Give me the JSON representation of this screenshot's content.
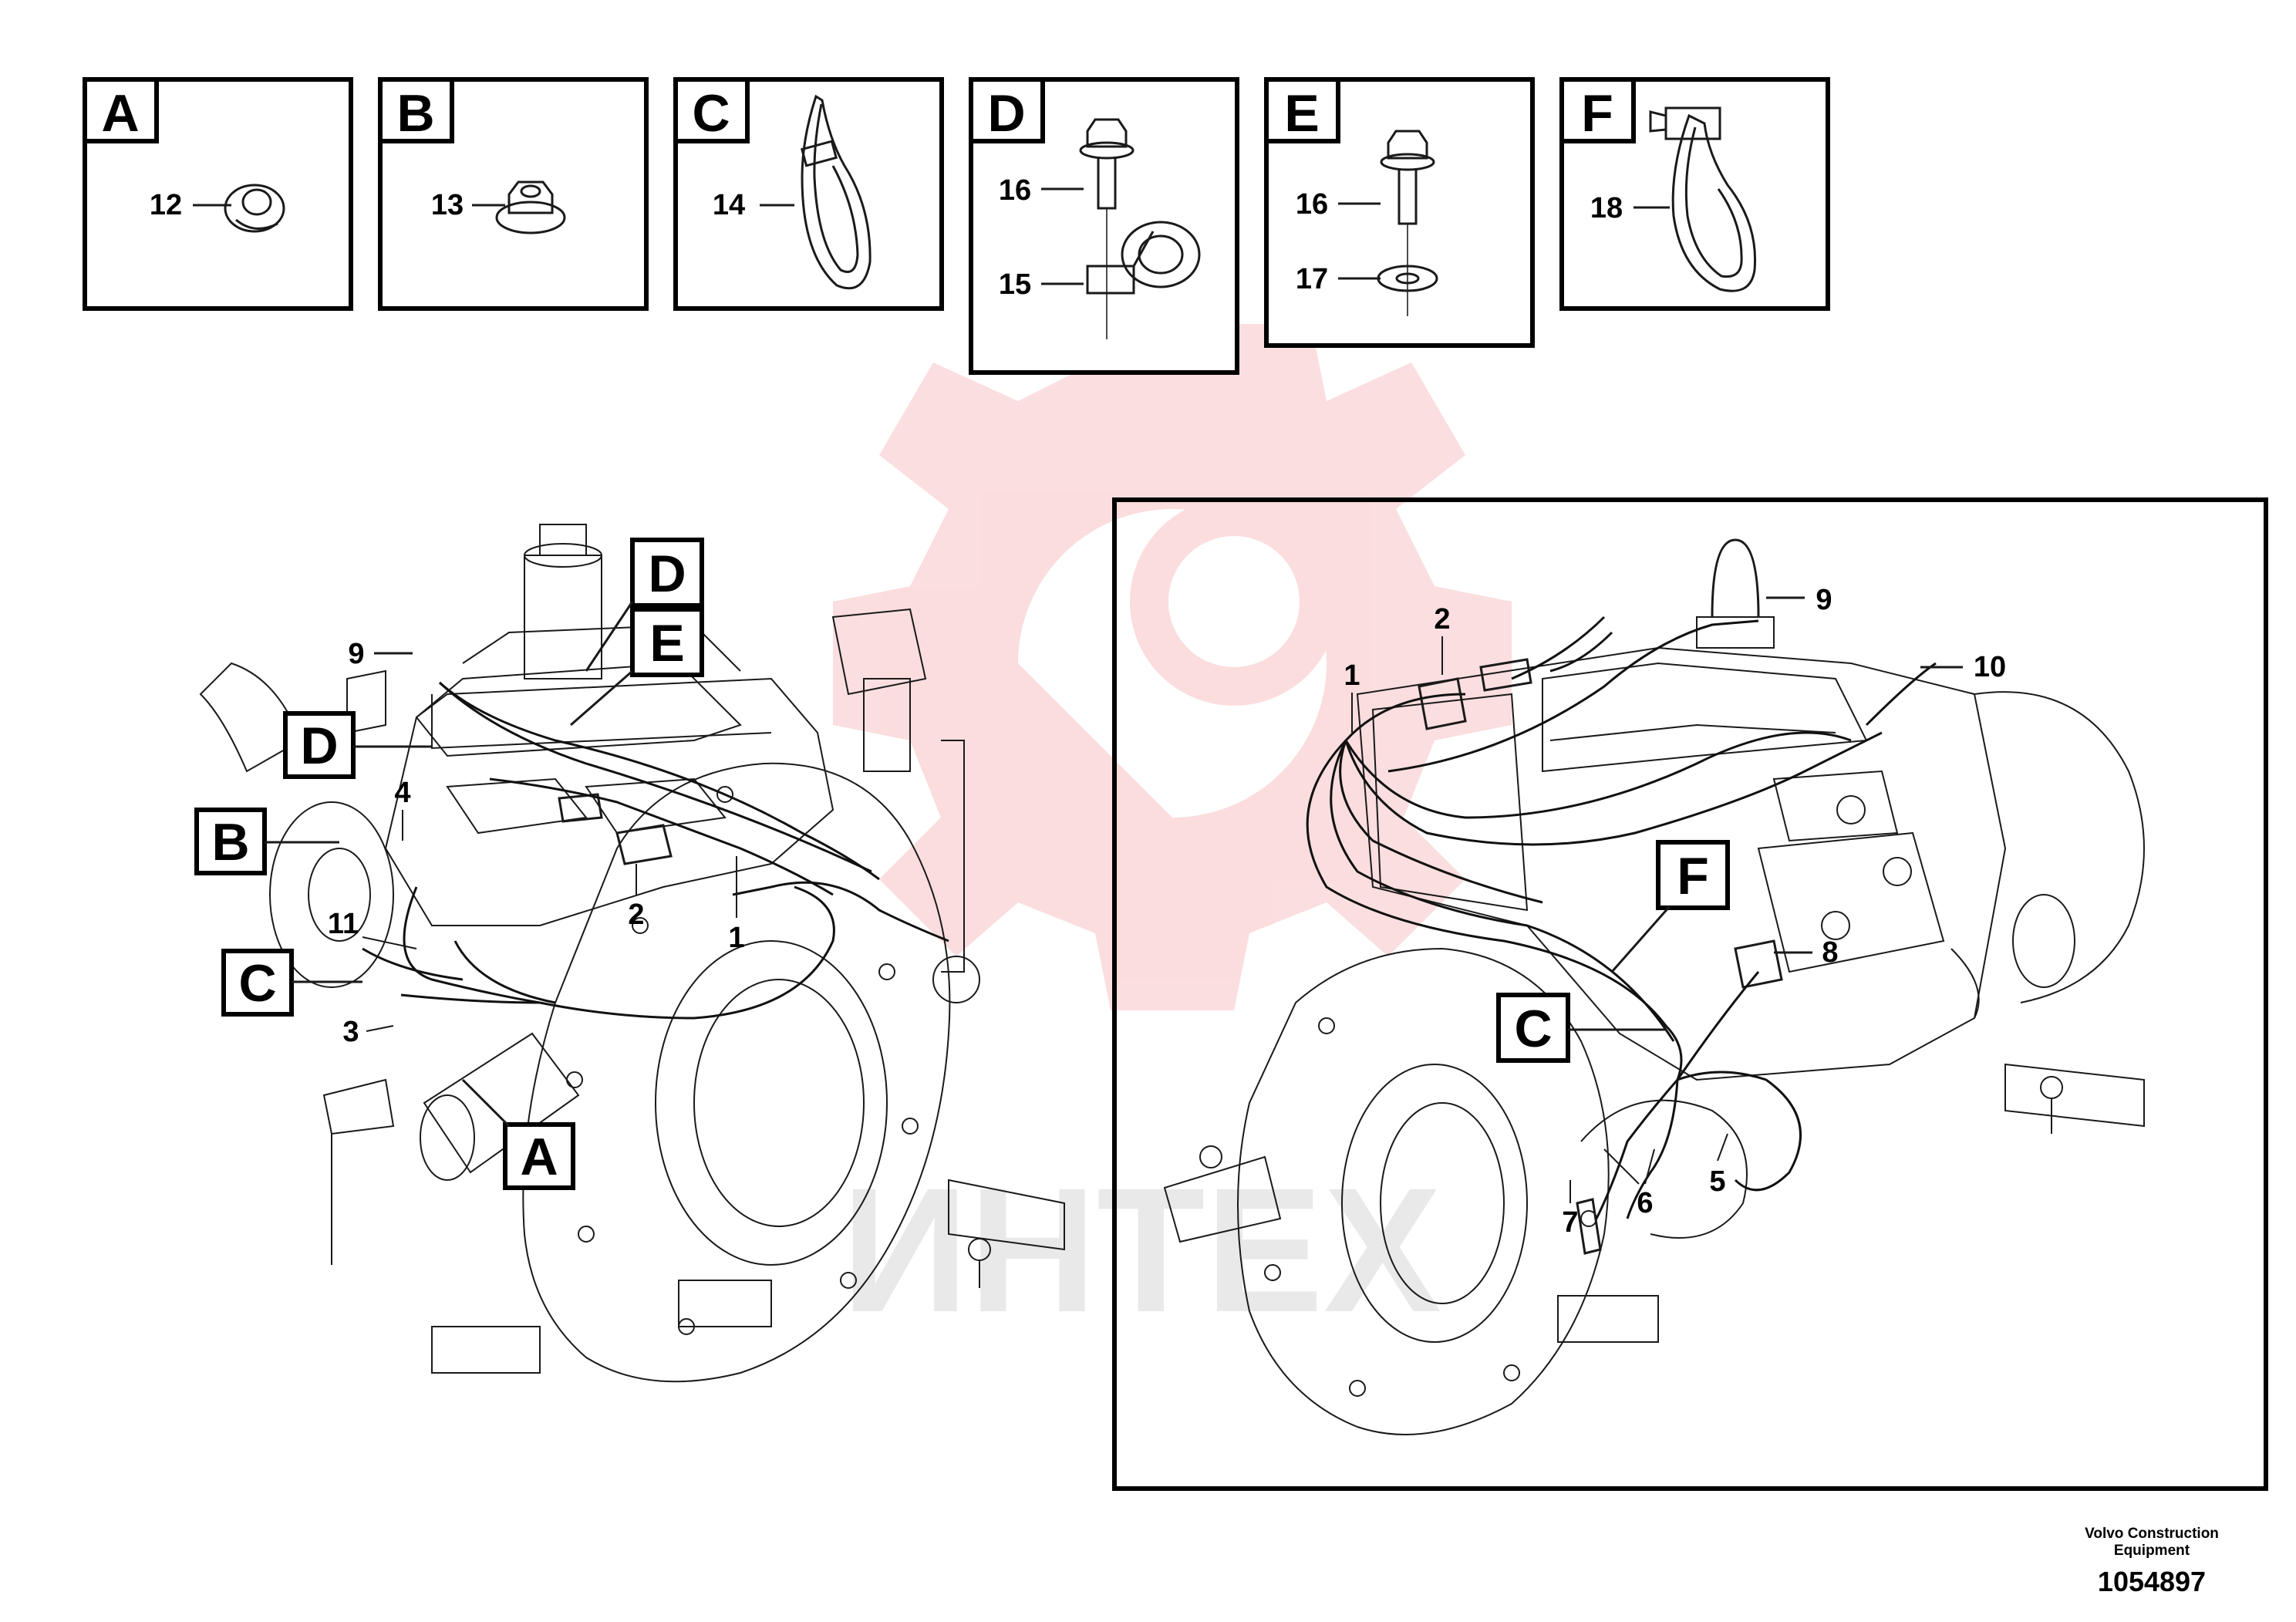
{
  "watermark": {
    "text": "ИНТЕХ",
    "color": "#e8343a"
  },
  "detail_boxes": [
    {
      "letter": "A",
      "part": "12"
    },
    {
      "letter": "B",
      "part": "13"
    },
    {
      "letter": "C",
      "part": "14"
    },
    {
      "letter": "D",
      "parts": [
        "16",
        "15"
      ]
    },
    {
      "letter": "E",
      "parts": [
        "16",
        "17"
      ]
    },
    {
      "letter": "F",
      "part": "18"
    }
  ],
  "left_view": {
    "callouts": [
      "D",
      "E",
      "D",
      "B",
      "C",
      "A"
    ],
    "parts": [
      "9",
      "4",
      "11",
      "3",
      "2",
      "1"
    ]
  },
  "right_view": {
    "callouts": [
      "F",
      "C"
    ],
    "parts": [
      "2",
      "1",
      "9",
      "10",
      "8",
      "7",
      "6",
      "5"
    ]
  },
  "footer": {
    "company_line1": "Volvo Construction",
    "company_line2": "Equipment",
    "drawing_number": "1054897"
  }
}
